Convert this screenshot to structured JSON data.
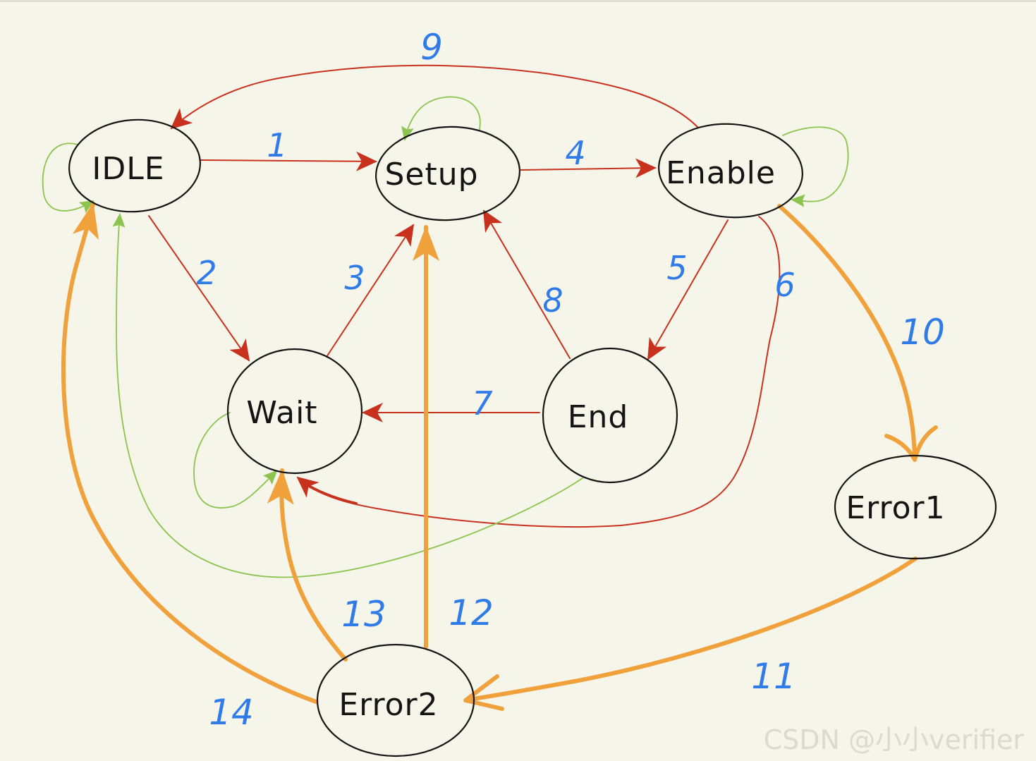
{
  "states": [
    "IDLE",
    "Setup",
    "Enable",
    "Wait",
    "End",
    "Error1",
    "Error2"
  ],
  "transitions": [
    {
      "label": "1",
      "from": 0,
      "to": 1
    },
    {
      "label": "2",
      "from": 0,
      "to": 3
    },
    {
      "label": "3",
      "from": 3,
      "to": 1
    },
    {
      "label": "4",
      "from": 1,
      "to": 2
    },
    {
      "label": "5",
      "from": 2,
      "to": 4
    },
    {
      "label": "6",
      "from": 2,
      "to": 3
    },
    {
      "label": "7",
      "from": 4,
      "to": 3
    },
    {
      "label": "8",
      "from": 4,
      "to": 1
    },
    {
      "label": "9",
      "from": 2,
      "to": 0
    },
    {
      "label": "10",
      "from": 2,
      "to": 5
    },
    {
      "label": "11",
      "from": 5,
      "to": 6
    },
    {
      "label": "12",
      "from": 6,
      "to": 1
    },
    {
      "label": "13",
      "from": 6,
      "to": 3
    },
    {
      "label": "14",
      "from": 6,
      "to": 0
    }
  ],
  "unlabeled_transitions": [
    {
      "from": 0,
      "to": 0
    },
    {
      "from": 1,
      "to": 1
    },
    {
      "from": 2,
      "to": 2
    },
    {
      "from": 3,
      "to": 3
    },
    {
      "from": 4,
      "to": 0
    }
  ],
  "colors": {
    "background": "#f6f5ea",
    "top_rule": "#c9c9c4",
    "state_outline": "#141414",
    "state_text": "#141414",
    "label": "#2f7be8",
    "normal": "#c8311d",
    "loop": "#8cc44f",
    "error": "#f0a13c",
    "watermark": "#d6d6cf"
  },
  "watermark": "CSDN @小小verifier"
}
